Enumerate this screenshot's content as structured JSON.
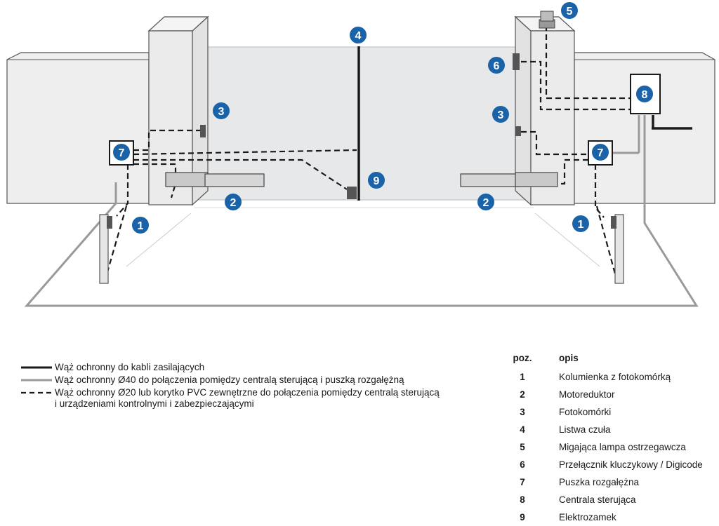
{
  "badges": {
    "b1_left": "1",
    "b1_right": "1",
    "b2_left": "2",
    "b2_right": "2",
    "b3_left": "3",
    "b3_right": "3",
    "b4": "4",
    "b5": "5",
    "b6": "6",
    "b7_left": "7",
    "b7_right": "7",
    "b8": "8",
    "b9": "9"
  },
  "colors": {
    "badge": "#1a63a8",
    "power_line": "#1a1a1a",
    "grey_line": "#9a9a9a",
    "wall_fill": "#ededed",
    "wall_stroke": "#555555"
  },
  "legend": {
    "items": [
      {
        "style": "solid-black",
        "text": "Wąż ochronny do kabli zasilających"
      },
      {
        "style": "solid-grey",
        "text": "Wąż ochronny Ø40 do połączenia pomiędzy centralą sterującą i puszką rozgałężną"
      },
      {
        "style": "dashed-black",
        "text": "Wąż ochronny  Ø20 lub korytko PVC zewnętrzne do połączenia pomiędzy centralą sterującą",
        "text2": "i urządzeniami kontrolnymi i zabezpieczającymi"
      }
    ]
  },
  "table": {
    "header_poz": "poz.",
    "header_opis": "opis",
    "rows": [
      {
        "poz": "1",
        "opis": "Kolumienka z fotokomórką"
      },
      {
        "poz": "2",
        "opis": "Motoreduktor"
      },
      {
        "poz": "3",
        "opis": "Fotokomórki"
      },
      {
        "poz": "4",
        "opis": "Listwa czuła"
      },
      {
        "poz": "5",
        "opis": "Migająca lampa ostrzegawcza"
      },
      {
        "poz": "6",
        "opis": "Przełącznik kluczykowy / Digicode"
      },
      {
        "poz": "7",
        "opis": "Puszka rozgałężna"
      },
      {
        "poz": "8",
        "opis": "Centrala sterująca"
      },
      {
        "poz": "9",
        "opis": "Elektrozamek"
      }
    ]
  }
}
